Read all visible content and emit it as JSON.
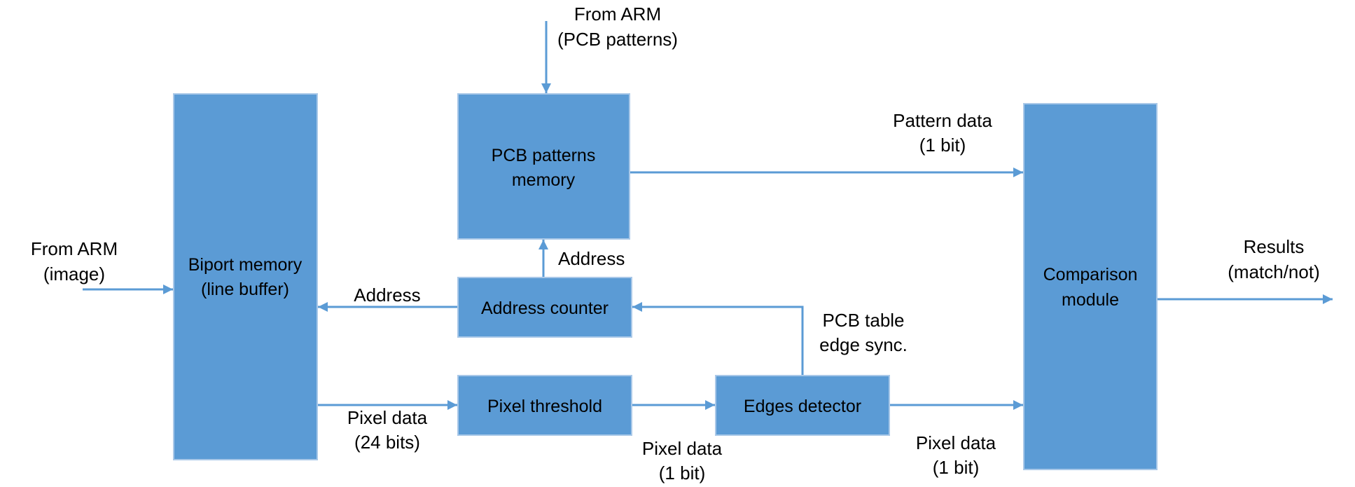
{
  "diagram": {
    "colors": {
      "block_fill": "#5b9bd5",
      "block_border": "#a9c8e8",
      "arrow": "#5b9bd5",
      "text": "#000000"
    },
    "blocks": {
      "biport_memory": {
        "line1": "Biport memory",
        "line2": "(line buffer)"
      },
      "pcb_patterns_memory": {
        "line1": "PCB patterns",
        "line2": "memory"
      },
      "address_counter": {
        "line1": "Address counter"
      },
      "pixel_threshold": {
        "line1": "Pixel threshold"
      },
      "edges_detector": {
        "line1": "Edges detector"
      },
      "comparison_module": {
        "line1": "Comparison",
        "line2": "module"
      }
    },
    "labels": {
      "from_arm_patterns": {
        "line1": "From ARM",
        "line2": "(PCB patterns)"
      },
      "from_arm_image": {
        "line1": "From ARM",
        "line2": "(image)"
      },
      "pattern_data": {
        "line1": "Pattern data",
        "line2": "(1 bit)"
      },
      "results": {
        "line1": "Results",
        "line2": "(match/not)"
      },
      "address_up": {
        "line1": "Address"
      },
      "address_left": {
        "line1": "Address"
      },
      "pcb_table_sync": {
        "line1": "PCB table",
        "line2": "edge sync."
      },
      "pixel_data_24": {
        "line1": "Pixel data",
        "line2": "(24 bits)"
      },
      "pixel_data_1_threshold": {
        "line1": "Pixel data",
        "line2": "(1 bit)"
      },
      "pixel_data_1_edges": {
        "line1": "Pixel data",
        "line2": "(1 bit)"
      }
    }
  }
}
